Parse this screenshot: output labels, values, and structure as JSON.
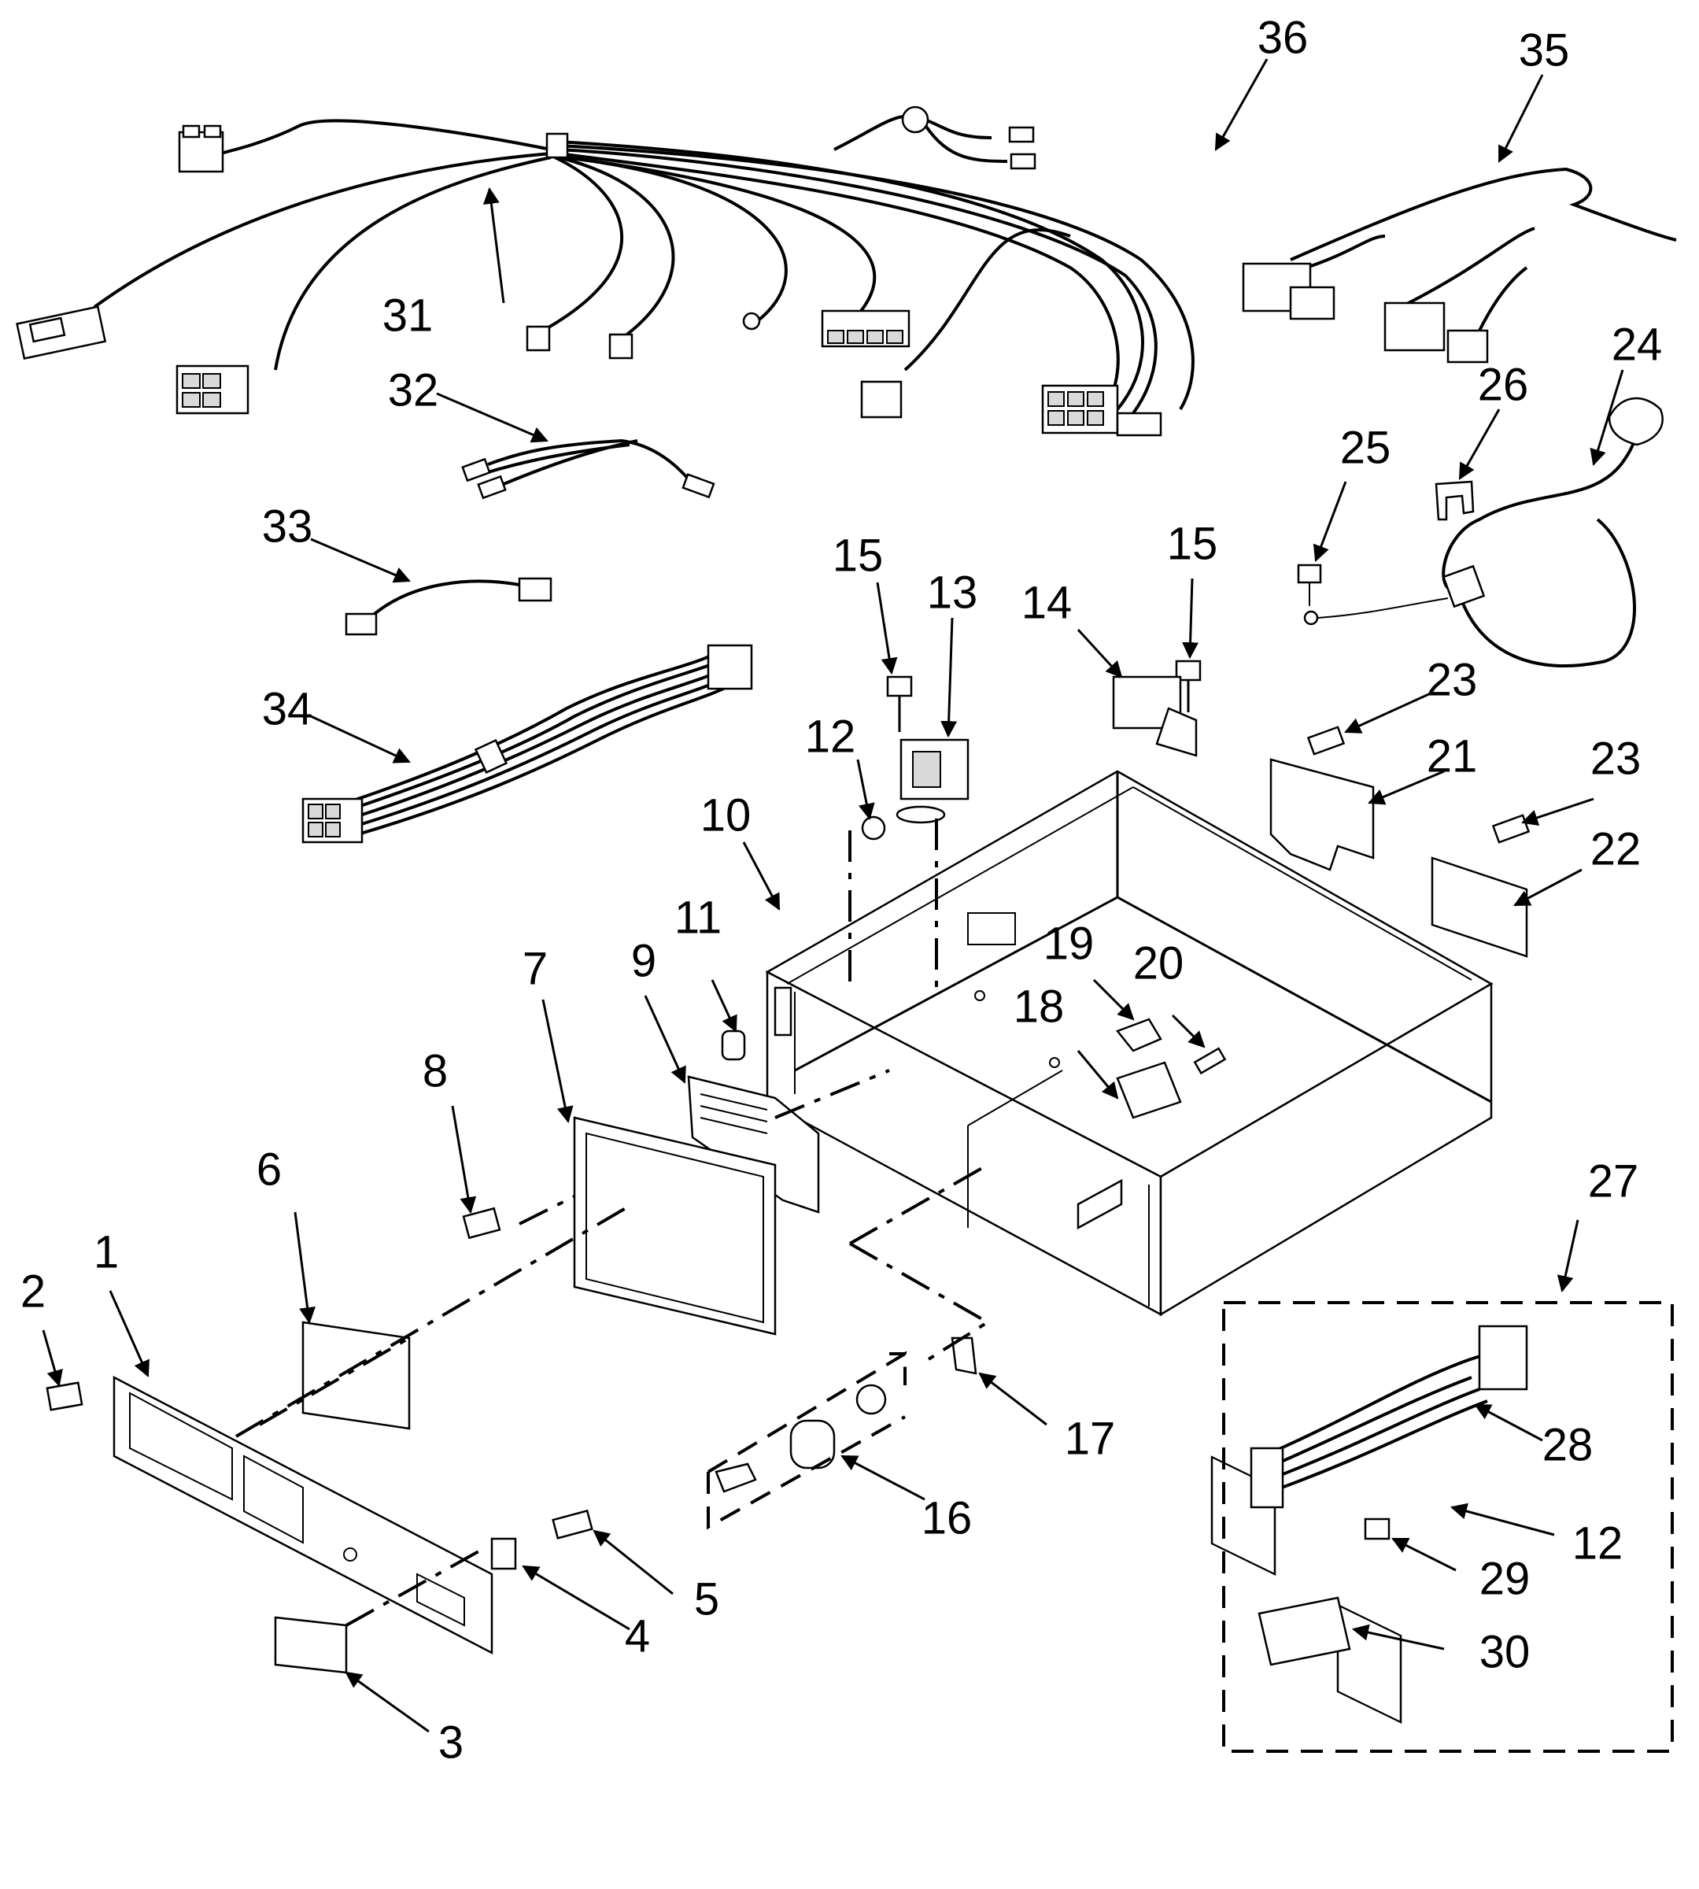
{
  "labels": [
    {
      "id": "1",
      "text": "1"
    },
    {
      "id": "2",
      "text": "2"
    },
    {
      "id": "3",
      "text": "3"
    },
    {
      "id": "4",
      "text": "4"
    },
    {
      "id": "5",
      "text": "5"
    },
    {
      "id": "6",
      "text": "6"
    },
    {
      "id": "7",
      "text": "7"
    },
    {
      "id": "8",
      "text": "8"
    },
    {
      "id": "9",
      "text": "9"
    },
    {
      "id": "10",
      "text": "10"
    },
    {
      "id": "11",
      "text": "11"
    },
    {
      "id": "12a",
      "text": "12"
    },
    {
      "id": "13",
      "text": "13"
    },
    {
      "id": "14",
      "text": "14"
    },
    {
      "id": "15a",
      "text": "15"
    },
    {
      "id": "15b",
      "text": "15"
    },
    {
      "id": "16",
      "text": "16"
    },
    {
      "id": "17",
      "text": "17"
    },
    {
      "id": "18",
      "text": "18"
    },
    {
      "id": "19",
      "text": "19"
    },
    {
      "id": "20",
      "text": "20"
    },
    {
      "id": "21",
      "text": "21"
    },
    {
      "id": "22",
      "text": "22"
    },
    {
      "id": "23a",
      "text": "23"
    },
    {
      "id": "23b",
      "text": "23"
    },
    {
      "id": "24",
      "text": "24"
    },
    {
      "id": "25",
      "text": "25"
    },
    {
      "id": "26",
      "text": "26"
    },
    {
      "id": "27",
      "text": "27"
    },
    {
      "id": "28",
      "text": "28"
    },
    {
      "id": "12b",
      "text": "12"
    },
    {
      "id": "29",
      "text": "29"
    },
    {
      "id": "30",
      "text": "30"
    },
    {
      "id": "31",
      "text": "31"
    },
    {
      "id": "32",
      "text": "32"
    },
    {
      "id": "33",
      "text": "33"
    },
    {
      "id": "34",
      "text": "34"
    },
    {
      "id": "35",
      "text": "35"
    },
    {
      "id": "36",
      "text": "36"
    }
  ]
}
